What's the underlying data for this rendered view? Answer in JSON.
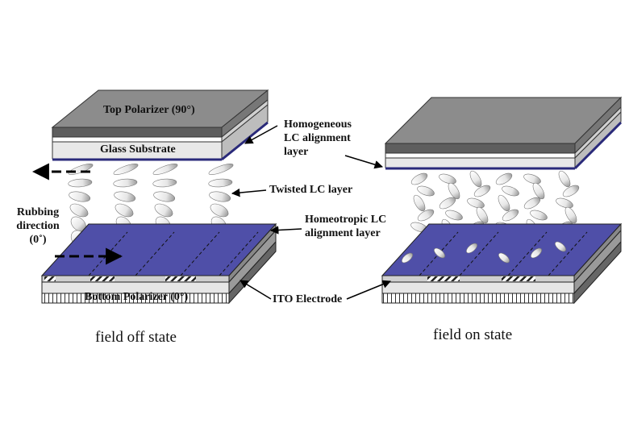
{
  "labels": {
    "top_polarizer": "Top Polarizer (90°)",
    "glass_substrate": "Glass Substrate",
    "homogeneous_layer": "Homogeneous LC alignment layer",
    "homogeneous_lines": [
      "Homogeneous",
      "LC alignment",
      "layer"
    ],
    "twisted_lc_layer": "Twisted LC layer",
    "rubbing_lines": [
      "Rubbing",
      "direction",
      "(0˚)"
    ],
    "homeotropic_lines": [
      "Homeotropic LC",
      "alignment layer"
    ],
    "ito_electrode": "ITO Electrode",
    "bottom_polarizer": "Bottom Polarizer (0°)"
  },
  "captions": {
    "off": "field off state",
    "on": "field on state"
  },
  "colors": {
    "polarizer_top": "#8c8c8c",
    "polarizer_front": "#5a5a5a",
    "alignment_blue": "#4f4fa8",
    "alignment_edge": "#2a2a7a",
    "glass": "#e8e8e8",
    "lc_fill": "#f0f0f0"
  }
}
